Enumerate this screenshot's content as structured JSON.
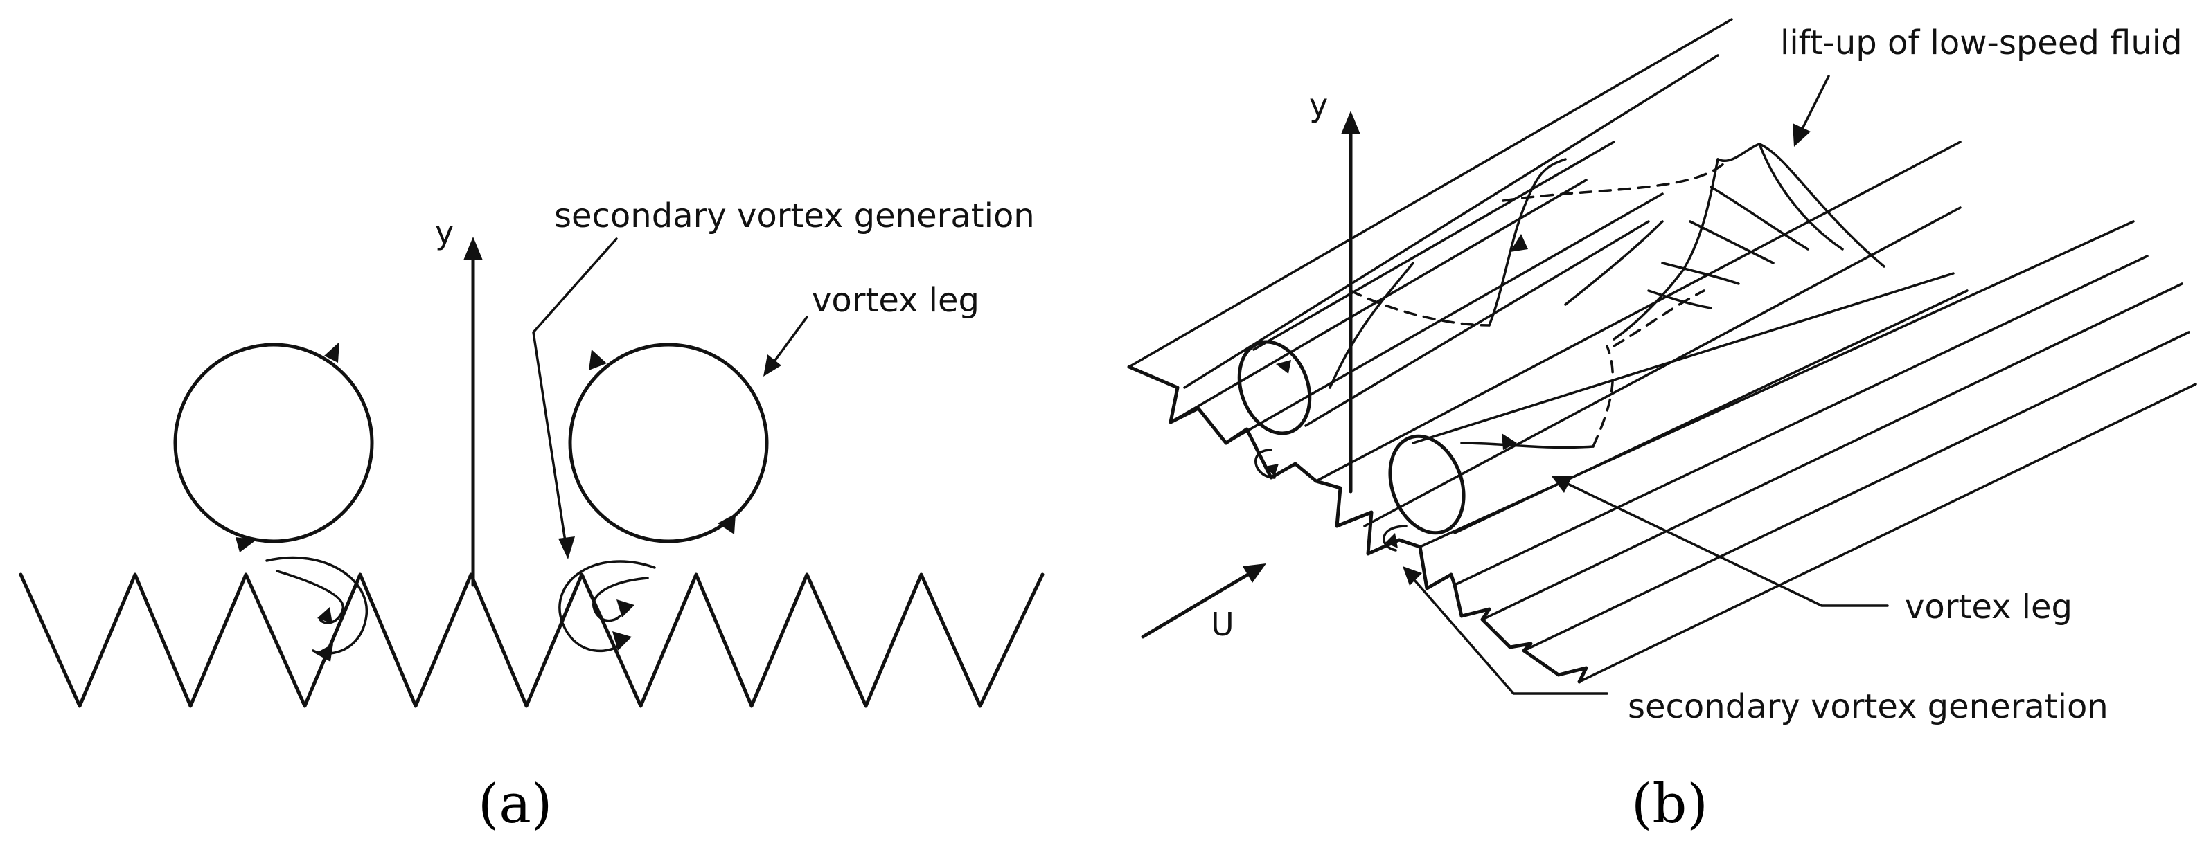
{
  "panel_a": {
    "caption": "(a)",
    "labels": {
      "y_axis": "y",
      "secondary_vortex": "secondary vortex generation",
      "vortex_leg": "vortex leg"
    }
  },
  "panel_b": {
    "caption": "(b)",
    "labels": {
      "y_axis": "y",
      "flow_direction": "U",
      "lift_up": "lift-up of low-speed fluid",
      "vortex_leg": "vortex leg",
      "secondary_vortex": "secondary vortex generation"
    }
  }
}
